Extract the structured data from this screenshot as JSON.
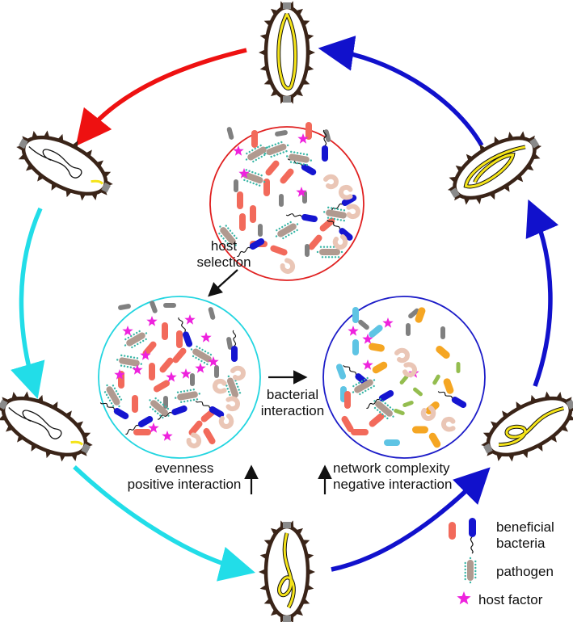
{
  "labels": {
    "host_selection": [
      "host",
      "selection"
    ],
    "bacterial_interaction": [
      "bacterial",
      "interaction"
    ],
    "left_stats": [
      "evenness",
      "positive interaction"
    ],
    "right_stats": [
      "network complexity",
      "negative interaction"
    ]
  },
  "legend": {
    "beneficial": [
      "beneficial",
      "bacteria"
    ],
    "pathogen": "pathogen",
    "host_factor": "host factor"
  },
  "colors": {
    "red_cycle": "#ee1111",
    "cyan_cycle": "#22dde8",
    "blue_cycle": "#1111cc",
    "circle_top": "#e02020",
    "circle_left": "#22d5e0",
    "circle_right": "#1c1cc8",
    "beneficial_red": "#f26a5b",
    "beneficial_blue": "#1515d0",
    "pathogen_body": "#b09a90",
    "pathogen_dot": "#39b6a6",
    "host_factor": "#ee22dd",
    "cream_rod": "#eac6b6",
    "gray_rod": "#808080",
    "orange_rod": "#f5a623",
    "light_blue_rod": "#5ec4e4",
    "green_rod": "#94bd4f",
    "yellow_fiber": "#f5e41a"
  },
  "icons": [
    "host-seed-icon",
    "arrow-icon",
    "star-icon",
    "bacterium-icon"
  ]
}
